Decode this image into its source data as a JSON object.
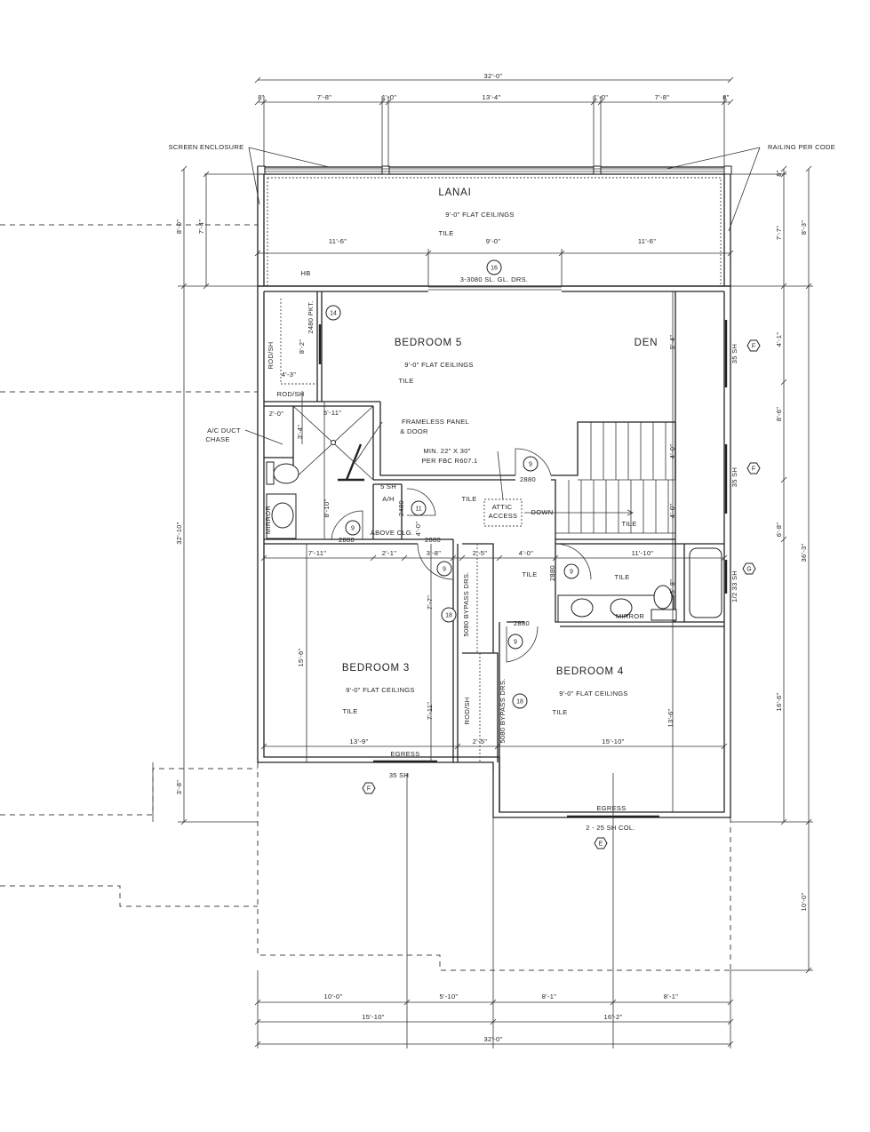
{
  "rooms": {
    "lanai": {
      "name": "LANAI",
      "ceiling": "9'-0\" FLAT CEILINGS",
      "floor": "TILE"
    },
    "bedroom5": {
      "name": "BEDROOM 5",
      "ceiling": "9'-0\" FLAT CEILINGS",
      "floor": "TILE"
    },
    "den": {
      "name": "DEN"
    },
    "bedroom3": {
      "name": "BEDROOM 3",
      "ceiling": "9'-0\" FLAT CEILINGS",
      "floor": "TILE"
    },
    "bedroom4": {
      "name": "BEDROOM 4",
      "ceiling": "9'-0\" FLAT CEILINGS",
      "floor": "TILE"
    },
    "hall_floor": "TILE",
    "stair_floor": "TILE",
    "hall2_floor": "TILE",
    "bath2_floor": "TILE"
  },
  "notes": {
    "screen_enclosure": "SCREEN ENCLOSURE",
    "railing": "RAILING PER CODE",
    "lanai_doors": "3-3080 SL. GL. DRS.",
    "hose_bibb": "HB",
    "pocket_door": "2480 PKT.",
    "rod_shelf_1": "ROD/SH",
    "rod_shelf_2": "ROD/SH",
    "rod_shelf_3": "ROD/SH",
    "ac_duct_1": "A/C DUCT",
    "ac_duct_2": "CHASE",
    "frameless_1": "FRAMELESS PANEL",
    "frameless_2": "& DOOR",
    "attic_min_1": "MIN. 22\" X 30\"",
    "attic_min_2": "PER FBC R607.1",
    "attic_1": "ATTIC",
    "attic_2": "ACCESS",
    "down": "DOWN",
    "shelf": "5 SH",
    "air_handler": "A/H",
    "above_clg": "ABOVE CLG.",
    "mirror_1": "MIRROR",
    "mirror_2": "MIRROR",
    "bypass_1": "5080 BYPASS DRS.",
    "bypass_2": "5080 BYPASS DRS.",
    "egress_1": "EGRESS",
    "egress_2": "EGRESS",
    "window_1": "35 SH",
    "window_2": "35 SH",
    "window_3": "1/2 33 SH",
    "window_4": "35 SH",
    "window_5": "2 - 25 SH COL.",
    "door_2880_a": "2880",
    "door_2880_b": "2880",
    "door_2880_c": "2880",
    "door_2880_d": "2880",
    "door_2880_e": "2880",
    "door_2480": "2480"
  },
  "dimensions": {
    "top_overall": "32'-0\"",
    "top_segments": [
      "8\"",
      "7'-8\"",
      "1'-0\"",
      "13'-4\"",
      "1'-0\"",
      "7'-8\"",
      "8\""
    ],
    "lanai_segments": [
      "11'-6\"",
      "9'-0\"",
      "11'-6\""
    ],
    "left": [
      "8'-0\"",
      "7'-4\"",
      "32'-10\"",
      "3'-8\""
    ],
    "right": [
      "8\"",
      "7'-7\"",
      "8'-3\"",
      "4'-1\"",
      "8'-6\"",
      "6'-8\"",
      "36'-3\"",
      "16'-6\"",
      "10'-0\""
    ],
    "mid_row": [
      "7'-11\"",
      "2'-1\"",
      "3'-8\"",
      "2'-5\"",
      "4'-0\"",
      "11'-10\""
    ],
    "lower_row": [
      "13'-9\"",
      "2'-5\"",
      "15'-10\""
    ],
    "interior": [
      "8'-2\"",
      "4'-3\"",
      "2'-0\"",
      "5'-11\"",
      "3'-4\"",
      "8'-10\"",
      "4'-0\"",
      "9'-4\"",
      "4'-0\"",
      "4'-0\"",
      "5'-8\"",
      "7'-7\"",
      "15'-6\"",
      "7'-11\"",
      "13'-6\""
    ],
    "bottom_row1": [
      "10'-0\"",
      "5'-10\"",
      "8'-1\"",
      "8'-1\""
    ],
    "bottom_row2": [
      "15'-10\"",
      "16'-2\""
    ],
    "bottom_overall": "32'-0\""
  },
  "door_tags": [
    "16",
    "14",
    "9",
    "11",
    "9",
    "9",
    "18",
    "9",
    "18",
    "9"
  ],
  "window_tags": [
    "F",
    "F",
    "G",
    "F",
    "E"
  ]
}
